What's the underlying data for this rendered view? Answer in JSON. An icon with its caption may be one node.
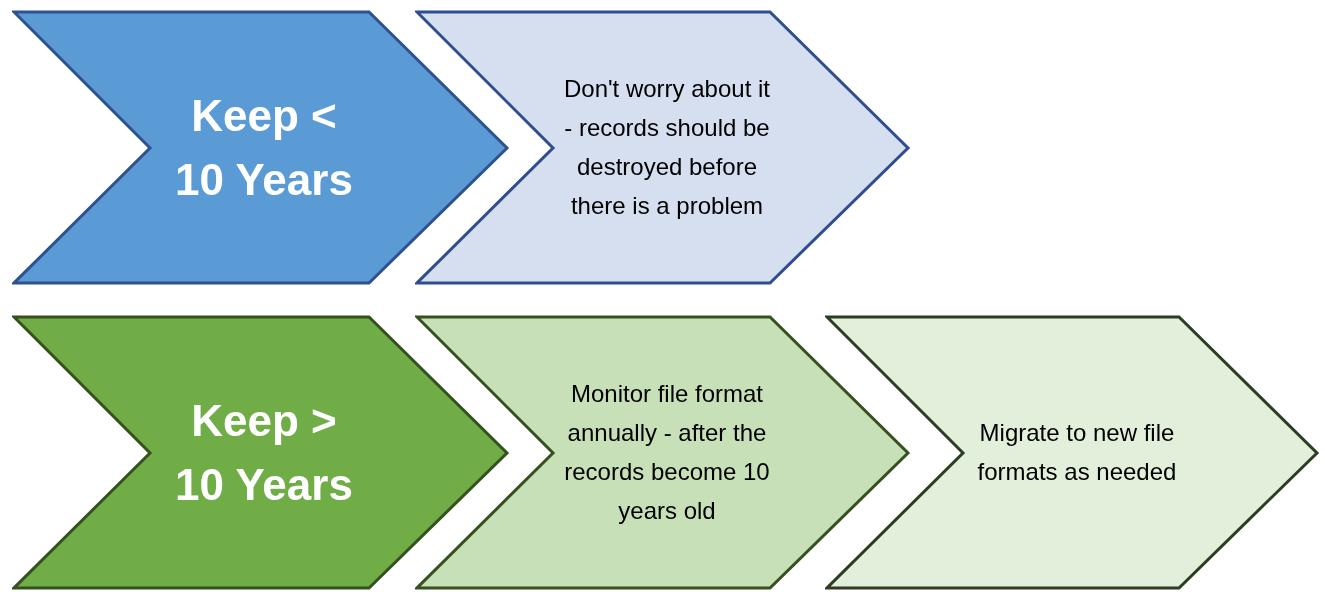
{
  "diagram": {
    "nodes": [
      {
        "text": [
          "Keep < 10 Years"
        ]
      },
      {
        "text": [
          "Don't worry about it - records should be destroyed before there is a problem"
        ]
      },
      {
        "text": [
          "Keep > 10 Years"
        ]
      },
      {
        "text": [
          "Monitor file format annually - after the records become 10 years old"
        ]
      },
      {
        "text": [
          "Migrate to new file formats as needed"
        ]
      }
    ]
  }
}
